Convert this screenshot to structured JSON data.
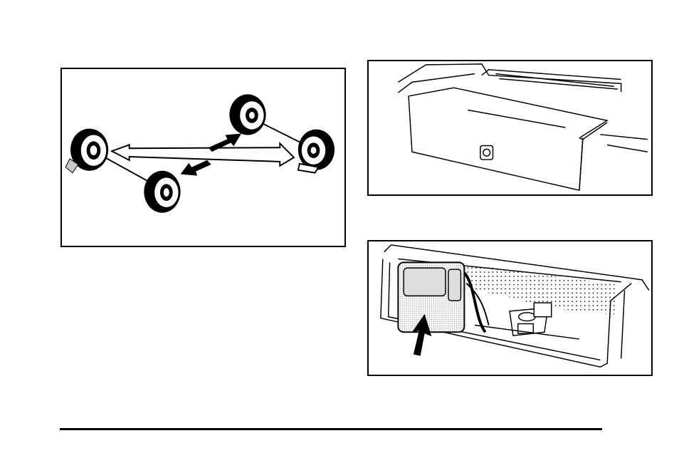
{
  "colors": {
    "ink": "#000000",
    "paper": "#ffffff",
    "shade": "#c8c8c8"
  },
  "icons": [
    "tire-rotation-illustration",
    "storage-cover-illustration",
    "tire-compartment-illustration",
    "up-arrow-icon"
  ]
}
